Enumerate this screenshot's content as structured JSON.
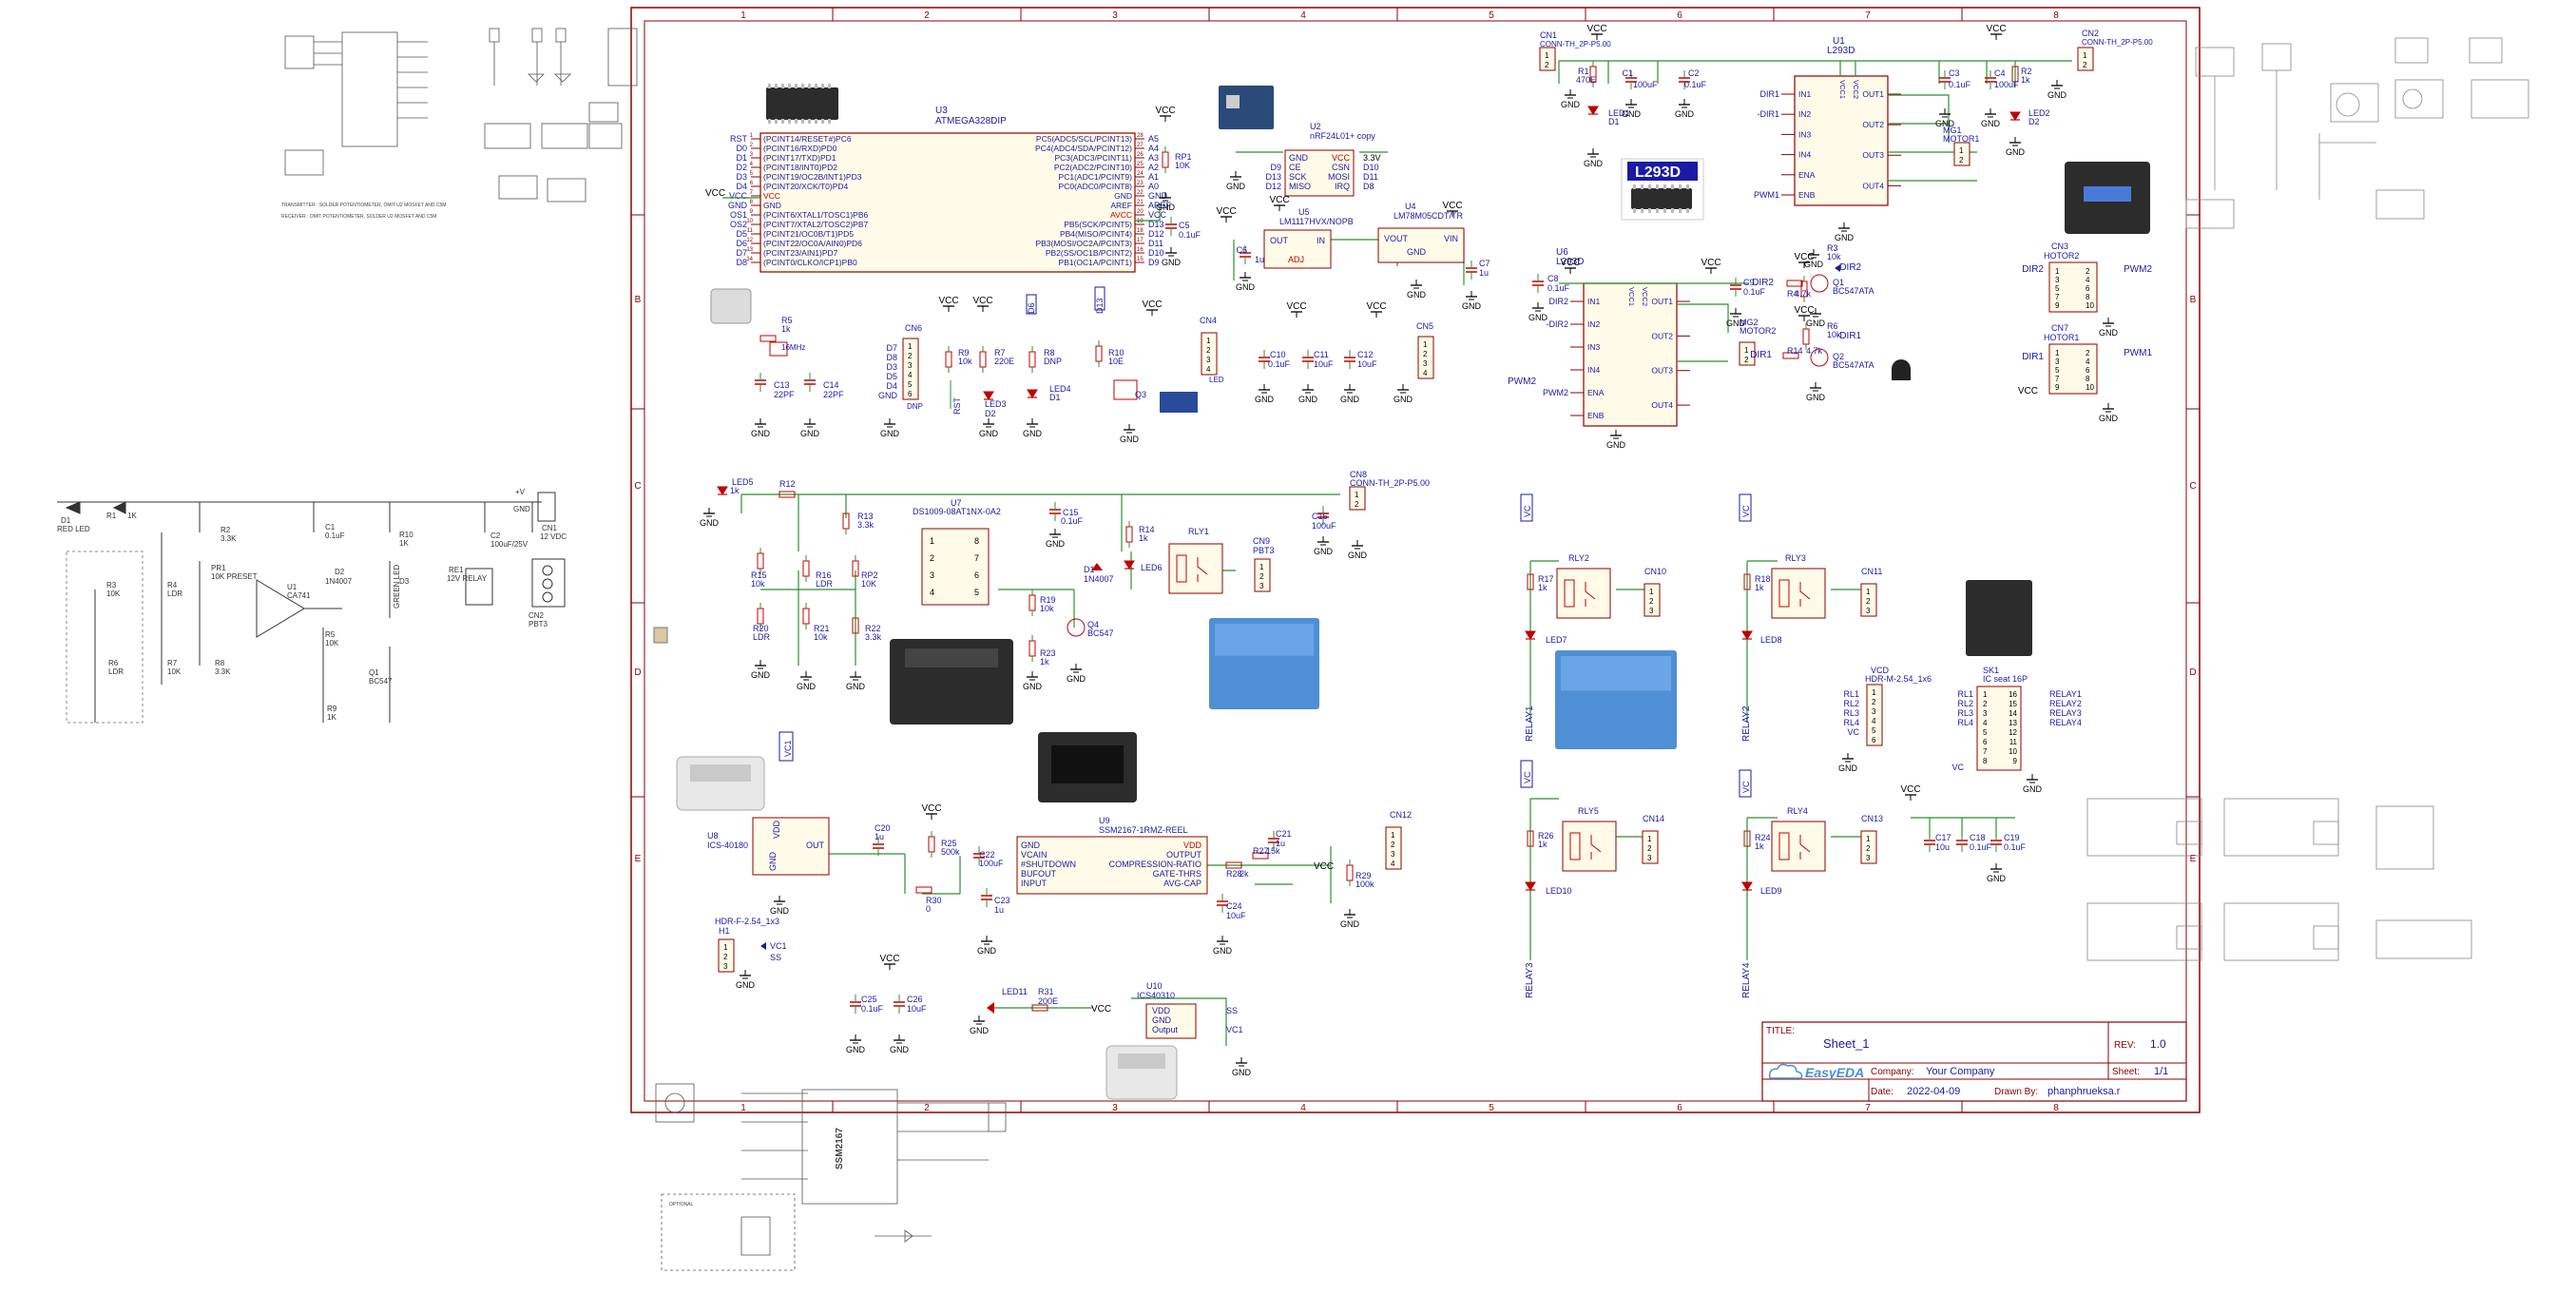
{
  "frame": {
    "columns": [
      "1",
      "2",
      "3",
      "4",
      "5",
      "6",
      "7",
      "8"
    ],
    "rows": [
      "B",
      "C",
      "D",
      "E"
    ]
  },
  "title_block": {
    "title_label": "TITLE:",
    "title": "Sheet_1",
    "rev_label": "REV:",
    "rev": "1.0",
    "company_label": "Company:",
    "company": "Your Company",
    "sheet_label": "Sheet:",
    "sheet": "1/1",
    "date_label": "Date:",
    "date": "2022-04-09",
    "drawn_label": "Drawn By:",
    "drawn": "phanphrueksa.r",
    "logo": "EasyEDA"
  },
  "mcu": {
    "ref": "U3",
    "part": "ATMEGA328DIP",
    "left_pins": [
      "(PCINT14/RESET#)PC6",
      "(PCINT16/RXD)PD0",
      "(PCINT17/TXD)PD1",
      "(PCINT18/INT0)PD2",
      "(PCINT19/OC2B/INT1)PD3",
      "(PCINT20/XCK/T0)PD4",
      "VCC",
      "GND",
      "(PCINT6/XTAL1/TOSC1)PB6",
      "(PCINT7/XTAL2/TOSC2)PB7",
      "(PCINT21/OC0B/T1)PD5",
      "(PCINT22/OC0A/AIN0)PD6",
      "(PCINT23/AIN1)PD7",
      "(PCINT0/CLKO/ICP1)PB0"
    ],
    "right_pins": [
      "PC5(ADC5/SCL/PCINT13)",
      "PC4(ADC4/SDA/PCINT12)",
      "PC3(ADC3/PCINT11)",
      "PC2(ADC2/PCINT10)",
      "PC1(ADC1/PCINT9)",
      "PC0(ADC0/PCINT8)",
      "GND",
      "AREF",
      "AVCC",
      "PB5(SCK/PCINT5)",
      "PB4(MISO/PCINT4)",
      "PB3(MOSI/OC2A/PCINT3)",
      "PB2(SS/OC1B/PCINT2)",
      "PB1(OC1A/PCINT1)"
    ],
    "left_nets": [
      "RST",
      "D0",
      "D1",
      "D2",
      "D3",
      "D4",
      "VCC",
      "GND",
      "OS1",
      "OS2",
      "D5",
      "D6",
      "D7",
      "D8"
    ],
    "right_nets": [
      "A5",
      "A4",
      "A3",
      "A2",
      "A1",
      "A0",
      "GND",
      "AREF",
      "VCC",
      "D13",
      "D12",
      "D11",
      "D10",
      "D9"
    ],
    "left_nums": [
      "1",
      "2",
      "3",
      "4",
      "5",
      "6",
      "7",
      "8",
      "9",
      "10",
      "11",
      "12",
      "13",
      "14"
    ],
    "right_nums": [
      "28",
      "27",
      "26",
      "25",
      "24",
      "23",
      "22",
      "21",
      "20",
      "19",
      "18",
      "17",
      "16",
      "15"
    ]
  },
  "labels": {
    "vcc": "VCC",
    "gnd": "GND",
    "vdd": "VDD",
    "v33": "3.3V",
    "l293d_badge": "L293D",
    "u1_ref": "U1",
    "u1_part": "L293D",
    "u6_ref": "U6",
    "u6_part": "L293D",
    "l293_left": [
      "IN1",
      "IN2",
      "IN3",
      "IN4",
      "ENA",
      "ENB"
    ],
    "l293_right": [
      "OUT1",
      "OUT2",
      "OUT3",
      "OUT4"
    ],
    "l293_top": [
      "VCC1",
      "VCC2"
    ],
    "u1_nets": [
      "DIR1",
      "-DIR1",
      "",
      "",
      "",
      "PWM1"
    ],
    "u6_nets": [
      "DIR2",
      "-DIR2",
      "",
      "",
      "PWM2",
      ""
    ],
    "cn1": "CN1",
    "cn1_part": "CONN-TH_2P-P5.00",
    "cn2": "CN2",
    "cn2_part": "CONN-TH_2P-P5.00",
    "r1": "R1",
    "r1_val": "470E",
    "c1": "C1",
    "c1_val": "100uF",
    "c2": "C2",
    "c2_val": "0.1uF",
    "led1": "LED1",
    "d1": "D1",
    "c3": "C3",
    "c3_val": "0.1uF",
    "c4": "C4",
    "c4_val": "100uF",
    "r2": "R2",
    "r2_val": "1k",
    "led2": "LED2",
    "d2": "D2",
    "mg1": "MG1",
    "motor1": "MOTOR1",
    "mg2": "MG2",
    "motor2": "MOTOR2",
    "u2": "U2",
    "u2_part": "nRF24L01+ copy",
    "u2_left": [
      "GND",
      "CE",
      "SCK",
      "MISO"
    ],
    "u2_right": [
      "VCC",
      "CSN",
      "MOSI",
      "IRQ"
    ],
    "u2_left_nets": [
      "",
      "D9",
      "D13",
      "D12"
    ],
    "u2_right_nets": [
      "3.3V",
      "D10",
      "D11",
      "D8"
    ],
    "u5": "U5",
    "u5_part": "LM1117HVX/NOPB",
    "u5_pins": [
      "OUT",
      "IN",
      "ADJ"
    ],
    "u4": "U4",
    "u4_part": "LM78M05CDT/TR",
    "u4_pins": [
      "VOUT",
      "VIN",
      "GND"
    ],
    "c6": "C6",
    "c6_val": "1u",
    "c7": "C7",
    "c7_val": "1u",
    "rp1": "RP1",
    "rp1_val": "10K",
    "c5": "C5",
    "c5_val": "0.1uF",
    "r5": "R5",
    "r5_val": "1k",
    "x1": "16MHz",
    "c13": "C13",
    "c13_val": "22PF",
    "c14": "C14",
    "c14_val": "22PF",
    "cn6": "CN6",
    "cn6_nets": [
      "D7",
      "D8",
      "D3",
      "D5",
      "D4",
      "GND"
    ],
    "dnp": "DNP",
    "r9": "R9",
    "r9_val": "10k",
    "r7": "R7",
    "r7_val": "220E",
    "r8": "R8",
    "r8_val": "DNP",
    "led3": "LED3",
    "d2b": "D2",
    "led4": "LED4",
    "d1b": "D1",
    "rst": "RST",
    "d6": "D6",
    "d13": "D13",
    "r10": "R10",
    "r10_val": "10E",
    "q3": "Q3",
    "cn4": "CN4",
    "led": "LED",
    "c10": "C10",
    "c10_val": "0.1uF",
    "c11": "C11",
    "c11_val": "10uF",
    "c12": "C12",
    "c12_val": "10uF",
    "cn5": "CN5",
    "c8": "C8",
    "c8_val": "0.1uF",
    "c9": "C9",
    "c9_val": "0.1uF",
    "cn3": "CN3",
    "hotor2": "HOTOR2",
    "cn7": "CN7",
    "hotor1": "HOTOR1",
    "pwm2": "PWM2",
    "pwm1": "PWM1",
    "dir2": "DIR2",
    "ndir2": "-DIR2",
    "dir1": "DIR1",
    "ndir1": "-DIR1",
    "r3": "R3",
    "r3_val": "10k",
    "r4": "R4",
    "r4_val": "4.7k",
    "q1": "Q1",
    "q1_part": "BC547ATA",
    "r6": "R6",
    "r6_val": "10k",
    "r14": "R14",
    "r14_val": "4.7k",
    "q2": "Q2",
    "q2_part": "BC547ATA",
    "led5": "LED5",
    "led5_val": "1k",
    "r12": "R12",
    "r13": "R13",
    "r13_val": "3.3k",
    "u7": "U7",
    "u7_part": "DS1009-08AT1NX-0A2",
    "c15": "C15",
    "c15_val": "0.1uF",
    "r15": "R15",
    "r15_val": "10k",
    "r16": "R16",
    "r16_val": "LDR",
    "rp2": "RP2",
    "rp2_val": "10K",
    "r20": "R20",
    "r20_val": "LDR",
    "r21": "R21",
    "r21_val": "10k",
    "r22": "R22",
    "r22_val": "3.3k",
    "r19": "R19",
    "r19_val": "10k",
    "q4": "Q4",
    "q4_part": "BC547",
    "r23": "R23",
    "r23_val": "1k",
    "d1c": "D1",
    "d1c_part": "1N4007",
    "r14b": "R14",
    "r14b_val": "1k",
    "led6": "LED6",
    "rly1": "RLY1",
    "cn9": "CN9",
    "pbt3": "PBT3",
    "cn8": "CN8",
    "cn8_part": "CONN-TH_2P-P5.00",
    "c16": "C16",
    "c16_val": "100uF",
    "rly2": "RLY2",
    "cn10": "CN10",
    "r17": "R17",
    "r17_val": "1k",
    "led7": "LED7",
    "relay1": "RELAY1",
    "rly3": "RLY3",
    "cn11": "CN11",
    "r18": "R18",
    "r18_val": "1k",
    "led8": "LED8",
    "relay2": "RELAY2",
    "rly5": "RLY5",
    "cn14": "CN14",
    "r26": "R26",
    "r26_val": "1k",
    "led10": "LED10",
    "relay3": "RELAY3",
    "rly4": "RLY4",
    "cn13": "CN13",
    "r24": "R24",
    "r24_val": "1k",
    "led9": "LED9",
    "relay4": "RELAY4",
    "vcd": "VCD",
    "vcd_part": "HDR-M-2.54_1x6",
    "vcd_nets": [
      "RL1",
      "RL2",
      "RL3",
      "RL4",
      "VC",
      ""
    ],
    "sk1": "SK1",
    "sk1_part": "IC seat 16P",
    "sk1_left": [
      "RL1",
      "RL2",
      "RL3",
      "RL4"
    ],
    "sk1_right": [
      "RELAY1",
      "RELAY2",
      "RELAY3",
      "RELAY4"
    ],
    "vc": "VC",
    "c17": "C17",
    "c17_val": "10u",
    "c18": "C18",
    "c18_val": "0.1uF",
    "c19": "C19",
    "c19_val": "0.1uF",
    "u8": "U8",
    "u8_part": "ICS-40180",
    "u8_pins": [
      "VDD",
      "OUT",
      "GND"
    ],
    "vc1": "VC1",
    "c20": "C20",
    "c20_val": "1u",
    "r25": "R25",
    "r25_val": "500k",
    "r30": "R30",
    "r30_val": "0",
    "c22": "C22",
    "c22_val": "100uF",
    "c23": "C23",
    "c23_val": "1u",
    "u9": "U9",
    "u9_part": "SSM2167-1RMZ-REEL",
    "u9_left": [
      "GND",
      "VCAIN",
      "#SHUTDOWN",
      "BUFOUT",
      "INPUT"
    ],
    "u9_right": [
      "VDD",
      "OUTPUT",
      "COMPRESSION-RATIO",
      "GATE-THRS",
      "AVG-CAP"
    ],
    "c21": "C21",
    "c21_val": "1u",
    "r27": "R27",
    "r27_val": "15k",
    "r28": "R28",
    "r28_val": "2k",
    "r29": "R29",
    "r29_val": "100k",
    "c24": "C24",
    "c24_val": "10uF",
    "cn12": "CN12",
    "h1": "H1",
    "h1_part": "HDR-F-2.54_1x3",
    "ss": "SS",
    "c25": "C25",
    "c25_val": "0.1uF",
    "c26": "C26",
    "c26_val": "10uF",
    "led11": "LED11",
    "r31": "R31",
    "r31_val": "200E",
    "u10": "U10",
    "u10_part": "ICS40310",
    "u10_pins": [
      "VDD",
      "GND",
      "Output"
    ],
    "u10_nets": [
      "SS",
      "",
      "VC1"
    ],
    "left_d1": "D1",
    "left_red_led": "RED LED",
    "left_r1": "R1",
    "left_r1_val": "1K",
    "left_r2": "R2",
    "left_r2_val": "3.3K",
    "left_c1": "C1",
    "left_c1_val": "0.1uF",
    "left_r10": "R10",
    "left_r10_val": "1K",
    "left_c2": "C2",
    "left_c2_val": "100uF/25V",
    "left_cn1": "CN1",
    "left_cn1_val": "12 VDC",
    "left_pr1": "PR1",
    "left_pr1_val": "10K PRESET",
    "left_u1": "U1",
    "left_u1_val": "CA741",
    "left_d2": "D2",
    "left_d2_val": "1N4007",
    "left_d3": "D3",
    "left_d3_val": "GREEN LED",
    "left_re1": "RE1",
    "left_re1_val": "12V RELAY",
    "left_cn2": "CN2",
    "left_cn2_val": "PBT3",
    "left_r3": "R3",
    "left_r3_val": "10K",
    "left_r4": "R4",
    "left_r4_val": "LDR",
    "left_r7": "R7",
    "left_r7_val": "10K",
    "left_r8": "R8",
    "left_r8_val": "3.3K",
    "left_r6": "R6",
    "left_r6_val": "LDR",
    "left_r5": "R5",
    "left_r5_val": "10K",
    "left_q1": "Q1",
    "left_q1_val": "BC547",
    "left_r9": "R9",
    "left_r9_val": "1K",
    "left_v12": "+V",
    "left_gnd": "GND",
    "tl_note1": "TRANSMITTER : SOLDER POTENTIOMETER, OMIT U2 MOSFET AND C5M",
    "tl_note2": "RECEIVER : OMIT POTENTIOMETER, SOLDER U2 MOSFET AND C5M",
    "bl_ssm": "SSM2167",
    "bl_optional": "OPTIONAL"
  }
}
